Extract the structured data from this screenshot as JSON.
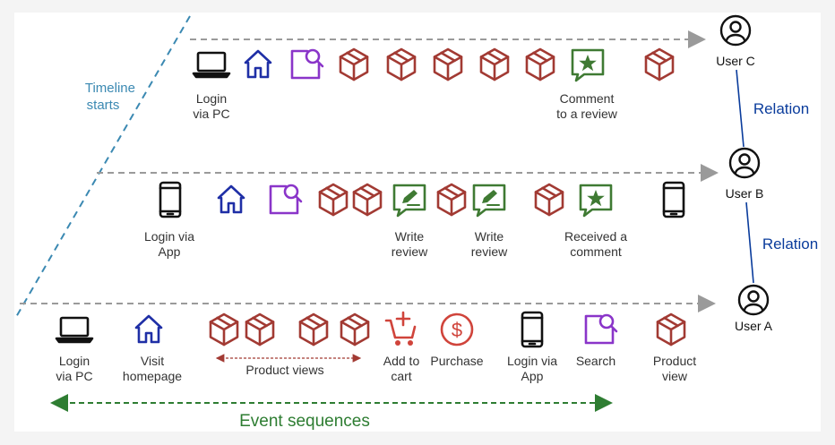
{
  "colors": {
    "product": "#a23a33",
    "nav": "#1f2fa6",
    "search": "#8a35c9",
    "review": "#3f7a33",
    "cart": "#d0443b",
    "device": "#111111",
    "timeline_label": "#3b89b2",
    "relation": "#0a3c9c",
    "event_sequences": "#2e7d32",
    "arrow": "#9a9a9a",
    "text": "#333333"
  },
  "timeline_label": [
    "Timeline",
    "starts"
  ],
  "users": [
    {
      "name": "User C",
      "icon": "user-icon"
    },
    {
      "name": "User B",
      "icon": "user-icon"
    },
    {
      "name": "User A",
      "icon": "user-icon"
    }
  ],
  "relations": [
    "Relation",
    "Relation"
  ],
  "rows": [
    {
      "user": "User C",
      "events": [
        {
          "icon": "laptop-icon",
          "label": [
            "Login",
            "via PC"
          ]
        },
        {
          "icon": "home-icon",
          "label": []
        },
        {
          "icon": "search-icon",
          "label": []
        },
        {
          "icon": "product-icon",
          "label": []
        },
        {
          "icon": "product-icon",
          "label": []
        },
        {
          "icon": "product-icon",
          "label": []
        },
        {
          "icon": "product-icon",
          "label": []
        },
        {
          "icon": "product-icon",
          "label": []
        },
        {
          "icon": "review-star-icon",
          "label": [
            "Comment",
            "to a review"
          ]
        },
        {
          "icon": "product-icon",
          "label": []
        }
      ]
    },
    {
      "user": "User B",
      "events": [
        {
          "icon": "phone-icon",
          "label": [
            "Login via",
            "App"
          ]
        },
        {
          "icon": "home-icon",
          "label": []
        },
        {
          "icon": "search-icon",
          "label": []
        },
        {
          "icon": "product-icon",
          "label": []
        },
        {
          "icon": "product-icon",
          "label": []
        },
        {
          "icon": "review-write-icon",
          "label": [
            "Write",
            "review"
          ]
        },
        {
          "icon": "product-icon",
          "label": []
        },
        {
          "icon": "review-write-icon",
          "label": [
            "Write",
            "review"
          ]
        },
        {
          "icon": "product-icon",
          "label": []
        },
        {
          "icon": "review-star-icon",
          "label": [
            "Received a",
            "comment"
          ]
        },
        {
          "icon": "phone-icon",
          "label": []
        }
      ]
    },
    {
      "user": "User A",
      "events": [
        {
          "icon": "laptop-icon",
          "label": [
            "Login",
            "via PC"
          ]
        },
        {
          "icon": "home-icon",
          "label": [
            "Visit",
            "homepage"
          ]
        },
        {
          "icon": "product-icon",
          "label": []
        },
        {
          "icon": "product-icon",
          "label": []
        },
        {
          "icon": "product-icon",
          "label": []
        },
        {
          "icon": "product-icon",
          "label": []
        },
        {
          "icon": "cart-icon",
          "label": [
            "Add to",
            "cart"
          ]
        },
        {
          "icon": "dollar-icon",
          "label": [
            "Purchase"
          ]
        },
        {
          "icon": "phone-icon",
          "label": [
            "Login via",
            "App"
          ]
        },
        {
          "icon": "search-icon",
          "label": [
            "Search"
          ]
        },
        {
          "icon": "product-icon",
          "label": [
            "Product",
            "view"
          ]
        }
      ]
    }
  ],
  "product_views_label": "Product views",
  "event_sequences_label": "Event sequences"
}
